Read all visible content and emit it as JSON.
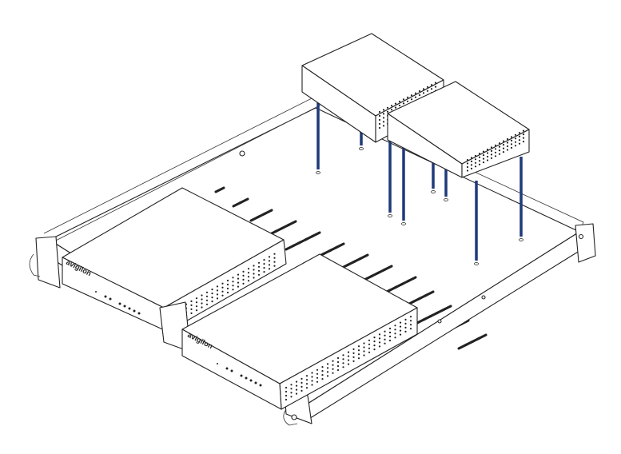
{
  "diagram": {
    "title": "",
    "devices": [
      {
        "name": "nvr-left",
        "logo": "avigilon"
      },
      {
        "name": "nvr-right",
        "logo": "avigilon"
      }
    ],
    "colors": {
      "rod": "#1f3a7a",
      "line": "#222222",
      "background": "#ffffff"
    }
  }
}
